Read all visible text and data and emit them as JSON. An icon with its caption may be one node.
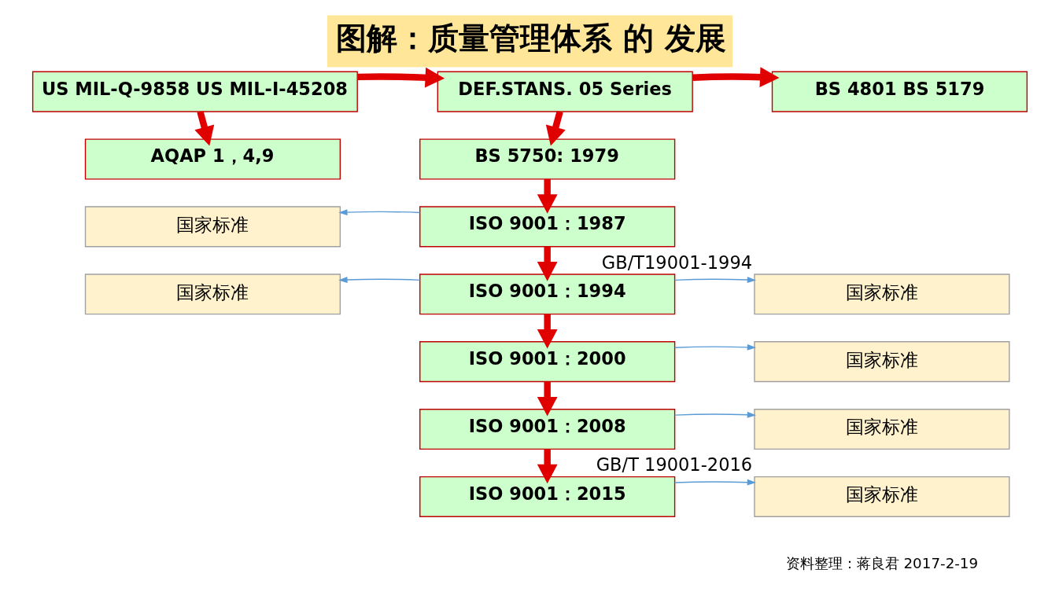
{
  "diagram": {
    "title": "图解：质量管理体系 的 发展",
    "nodes": [
      {
        "text": [
          "US MIL-Q-9858 US MIL-I-45208"
        ]
      },
      {
        "text": [
          "DEF.STANS. 05 Series"
        ]
      },
      {
        "text": [
          "BS 4801 BS 5179"
        ]
      },
      {
        "text": [
          "AQAP 1，4,9"
        ]
      },
      {
        "text": [
          "BS 5750: 1979"
        ]
      },
      {
        "text": [
          "国家标准"
        ]
      },
      {
        "text": [
          "ISO 9001：1987"
        ]
      },
      {
        "text": [
          "国家标准"
        ]
      },
      {
        "text": [
          "ISO 9001：1994"
        ]
      },
      {
        "text": [
          "国家标准"
        ],
        "beside": [
          "GB/T19001-1994"
        ]
      },
      {
        "text": [
          "ISO 9001：2000"
        ]
      },
      {
        "text": [
          "国家标准"
        ]
      },
      {
        "text": [
          "ISO 9001：2008"
        ]
      },
      {
        "text": [
          "国家标准"
        ]
      },
      {
        "text": [
          "ISO 9001：2015"
        ]
      },
      {
        "text": [
          "国家标准"
        ],
        "beside": [
          "GB/T 19001-2016"
        ]
      }
    ],
    "edges": [
      {
        "from": 0,
        "to": 1,
        "arrow": "to"
      },
      {
        "from": 1,
        "to": 2,
        "arrow": "to"
      },
      {
        "from": 0,
        "to": 3,
        "arrow": "to"
      },
      {
        "from": 1,
        "to": 4,
        "arrow": "to"
      },
      {
        "from": 4,
        "to": 6,
        "arrow": "to"
      },
      {
        "from": 6,
        "to": 5,
        "arrow": "to",
        "color": "#5b9bd5"
      },
      {
        "from": 6,
        "to": 8,
        "arrow": "to"
      },
      {
        "from": 8,
        "to": 7,
        "arrow": "to",
        "color": "#5b9bd5"
      },
      {
        "from": 8,
        "to": 9,
        "arrow": "to",
        "color": "#5b9bd5"
      },
      {
        "from": 8,
        "to": 10,
        "arrow": "to"
      },
      {
        "from": 10,
        "to": 11,
        "arrow": "to",
        "color": "#5b9bd5"
      },
      {
        "from": 10,
        "to": 12,
        "arrow": "to"
      },
      {
        "from": 12,
        "to": 13,
        "arrow": "to",
        "color": "#5b9bd5"
      },
      {
        "from": 12,
        "to": 14,
        "arrow": "to"
      },
      {
        "from": 14,
        "to": 15,
        "arrow": "to",
        "color": "#5b9bd5"
      }
    ],
    "labels": [
      "资料整理：蒋良君 2017-2-19"
    ]
  }
}
